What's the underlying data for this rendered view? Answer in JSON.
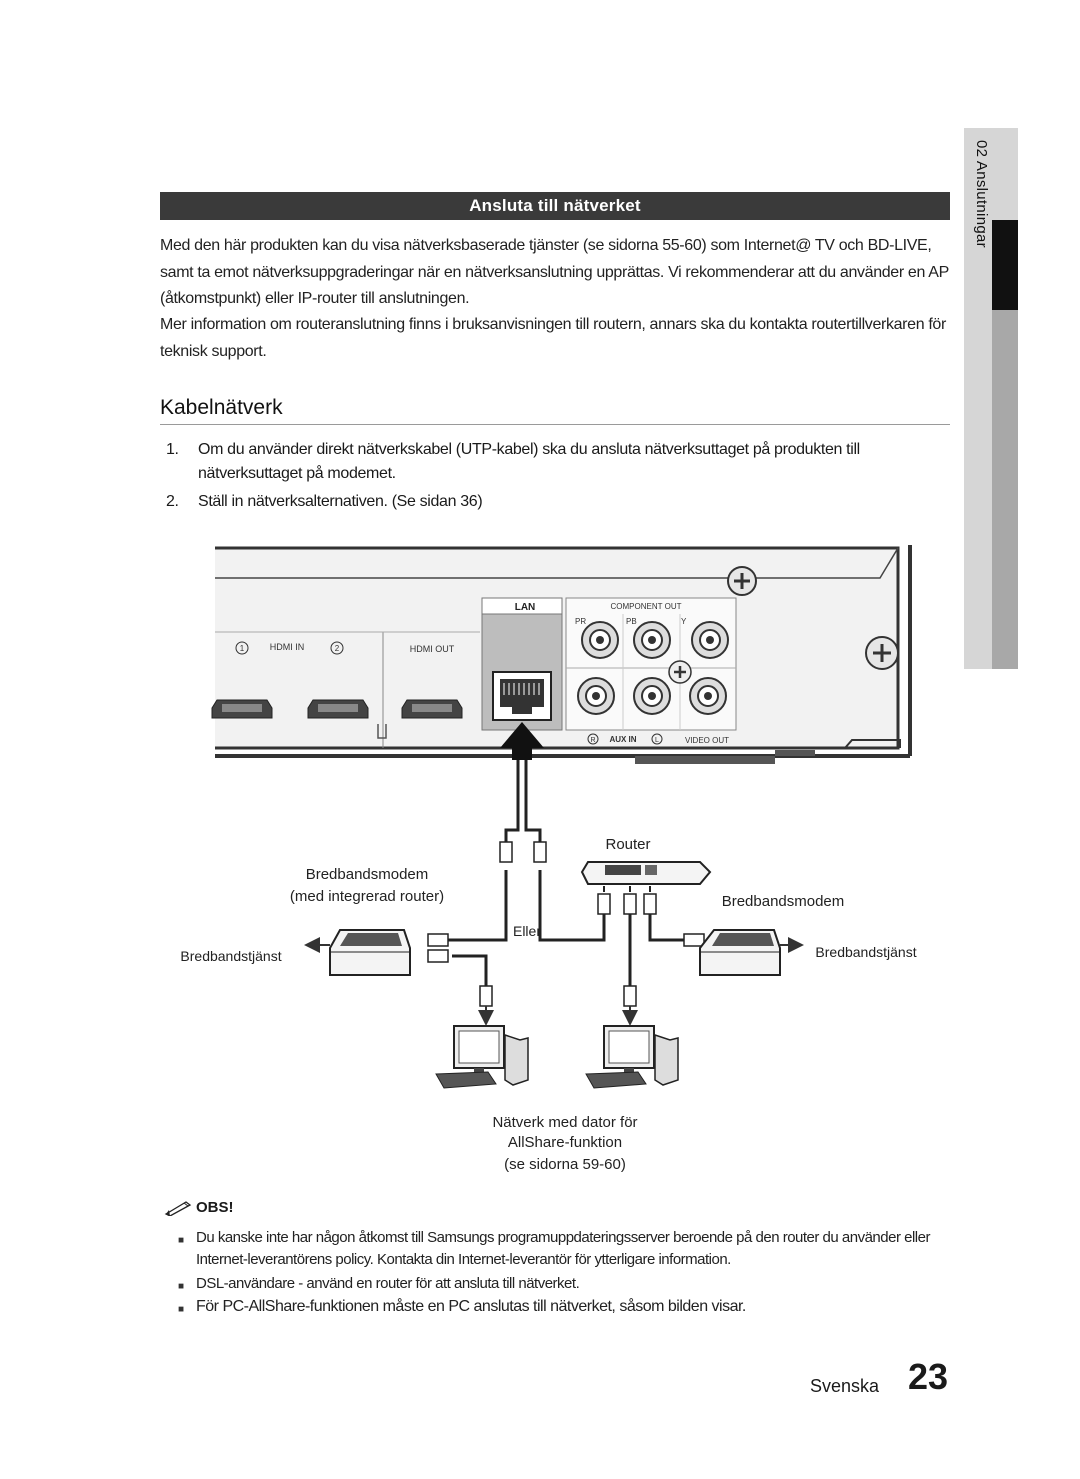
{
  "side_tab": {
    "label": "02  Anslutningar"
  },
  "section": {
    "title": "Ansluta till nätverket",
    "paragraphs": [
      "Med den här produkten kan du visa nätverksbaserade tjänster (se sidorna 55-60) som Internet@ TV och BD-LIVE, samt ta emot nätverksuppgraderingar när en nätverksanslutning upprättas. Vi rekommenderar att du använder en AP (åtkomstpunkt) eller IP-router till anslutningen.",
      "Mer information om routeranslutning finns i bruksanvisningen till routern, annars ska du kontakta routertillverkaren för teknisk support."
    ]
  },
  "kabel": {
    "heading": "Kabelnätverk",
    "steps": [
      {
        "num": "1.",
        "text": "Om du använder direkt nätverkskabel (UTP-kabel) ska du ansluta nätverksuttaget på produkten till nätverksuttaget på modemet."
      },
      {
        "num": "2.",
        "text": "Ställ in nätverksalternativen. (Se sidan 36)"
      }
    ]
  },
  "diagram": {
    "panel": {
      "hdmi_in": "HDMI IN",
      "hdmi_in_1": "1",
      "hdmi_in_2": "2",
      "hdmi_out": "HDMI OUT",
      "lan": "LAN",
      "component_out": "COMPONENT OUT",
      "pr": "PR",
      "pb": "PB",
      "y": "Y",
      "aux_r": "R",
      "aux_in": "AUX IN",
      "aux_l": "L",
      "video_out": "VIDEO OUT"
    },
    "router": "Router",
    "modem_integrated_1": "Bredbandsmodem",
    "modem_integrated_2": "(med integrerad router)",
    "modem": "Bredbandsmodem",
    "or": "Eller",
    "service_left": "Bredbandstjänst",
    "service_right": "Bredbandstjänst",
    "pc_caption_1": "Nätverk med dator för",
    "pc_caption_2": "AllShare-funktion",
    "pc_caption_3": "(se sidorna 59-60)"
  },
  "notes": {
    "label": "OBS!",
    "items": [
      "Du kanske inte har någon åtkomst till Samsungs programuppdateringsserver beroende på den router du använder eller Internet-leverantörens policy. Kontakta din Internet-leverantör för ytterligare information.",
      "DSL-användare - använd en router för att ansluta till nätverket.",
      "För PC-AllShare-funktionen måste en PC anslutas till nätverket, såsom bilden visar."
    ]
  },
  "footer": {
    "language": "Svenska",
    "page": "23"
  }
}
